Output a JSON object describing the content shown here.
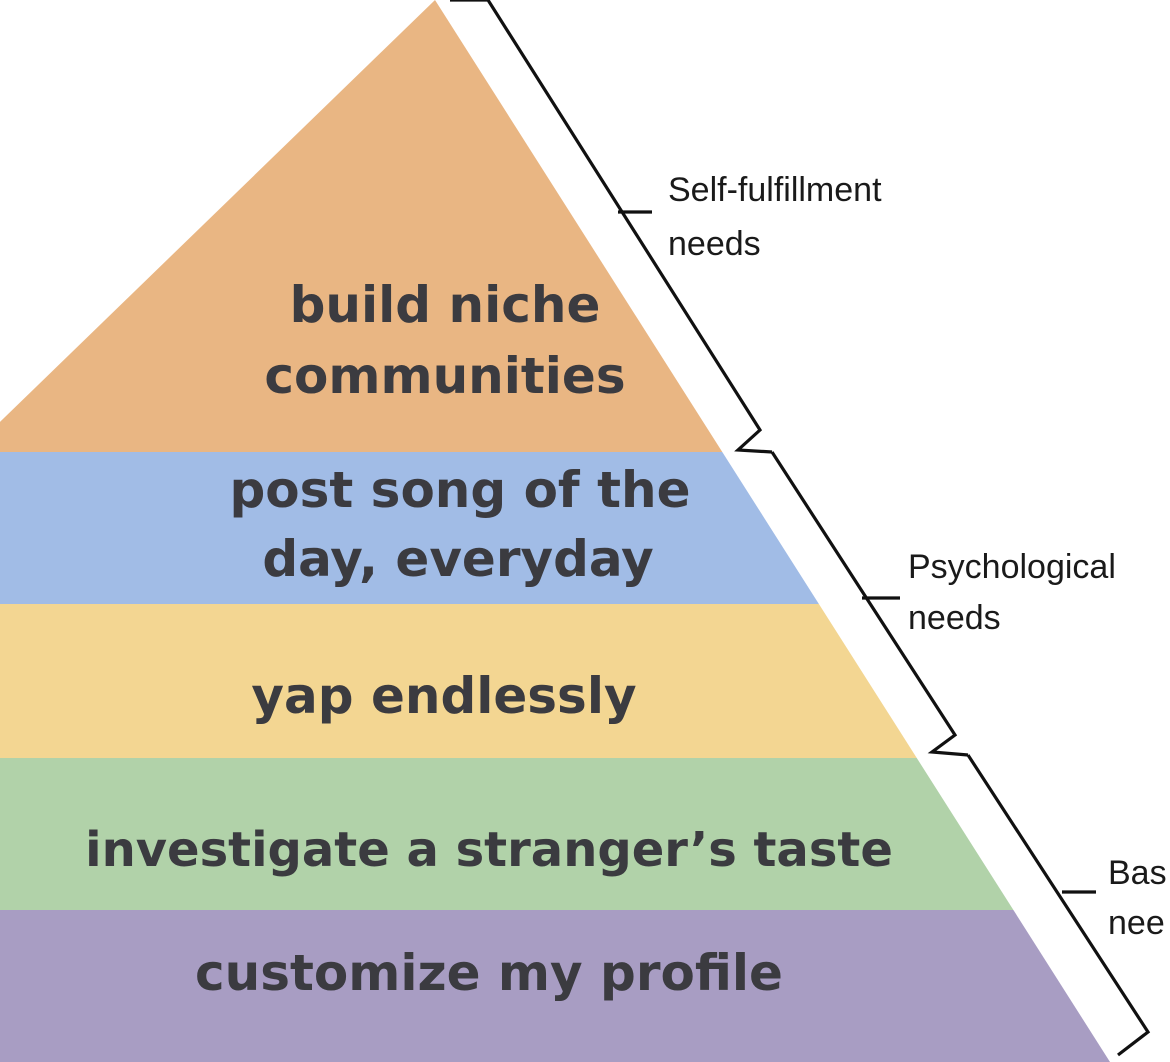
{
  "pyramid": {
    "tiers": [
      {
        "lines": [
          "build niche",
          "communities"
        ],
        "color": "#e9b683"
      },
      {
        "lines": [
          "post song of the",
          "day, everyday"
        ],
        "color": "#a1bce6"
      },
      {
        "lines": [
          "yap endlessly"
        ],
        "color": "#f3d692"
      },
      {
        "lines": [
          "investigate a stranger’s taste"
        ],
        "color": "#b1d2a9"
      },
      {
        "lines": [
          "customize my profile"
        ],
        "color": "#a89dc3"
      }
    ]
  },
  "brackets": [
    {
      "lines": [
        "Self-fulfillment",
        "needs"
      ]
    },
    {
      "lines": [
        "Psychological",
        "needs"
      ]
    },
    {
      "lines": [
        "Bas",
        "nee"
      ]
    }
  ]
}
